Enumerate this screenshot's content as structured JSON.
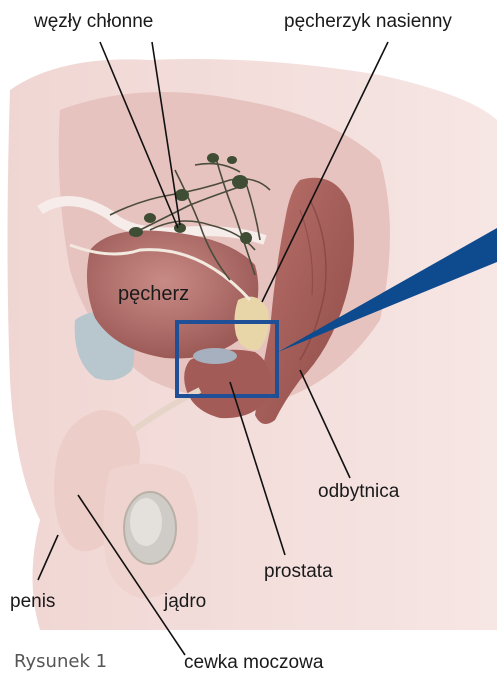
{
  "labels": {
    "lymph_nodes": "węzły chłonne",
    "seminal_vesicle": "pęcherzyk nasienny",
    "bladder": "pęcherz",
    "rectum": "odbytnica",
    "prostate": "prostata",
    "penis": "penis",
    "testis": "jądro",
    "urethra": "cewka moczowa"
  },
  "caption": "Rysunek 1",
  "colors": {
    "highlight_box": "#1f4f96",
    "pointer": "#0e4a8e",
    "leader_line": "#111111",
    "body_skin": "#f3dcd9",
    "organ": "#b87470",
    "lymph_node": "#3f4d35"
  }
}
